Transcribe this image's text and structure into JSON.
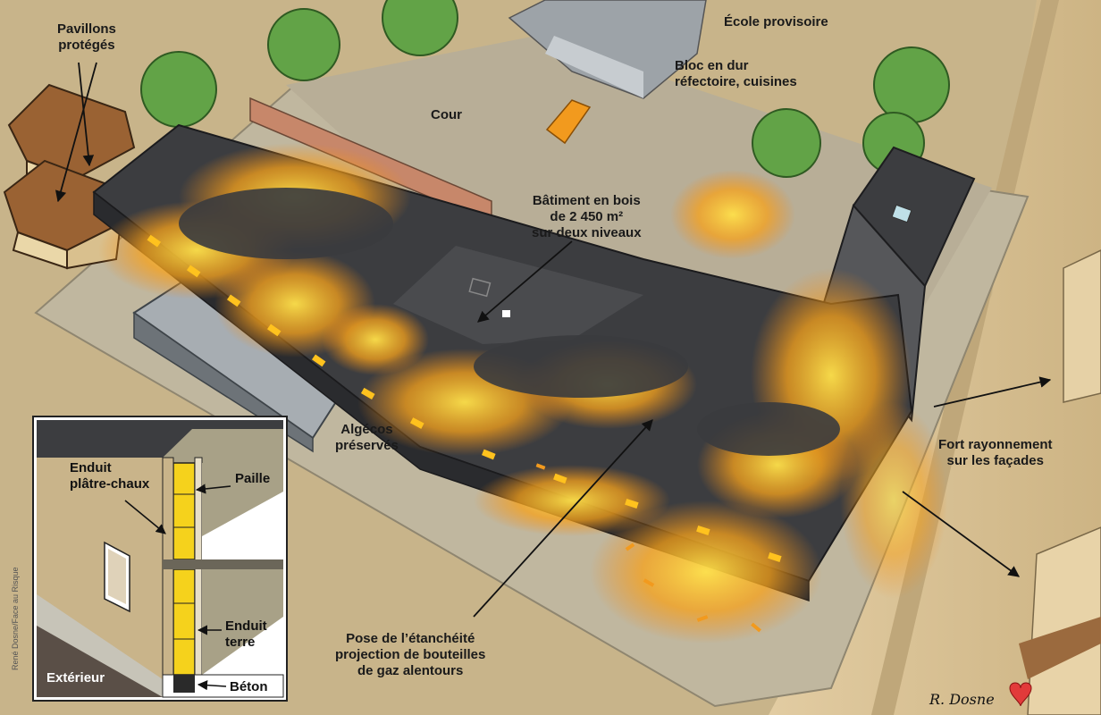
{
  "labels": {
    "pavillons": [
      "Pavillons",
      "protégés"
    ],
    "ecole": "École provisoire",
    "bloc": [
      "Bloc en dur",
      "réfectoire, cuisines"
    ],
    "cour": "Cour",
    "batiment": [
      "Bâtiment en bois",
      "de 2 450 m²",
      "sur deux niveaux"
    ],
    "algecos": [
      "Algécos",
      "préservés"
    ],
    "rayonnement": [
      "Fort rayonnement",
      "sur les façades"
    ],
    "pose": [
      "Pose de l’étanchéité",
      "projection de bouteilles",
      "de gaz alentours"
    ]
  },
  "inset": {
    "enduit_platre": [
      "Enduit",
      "plâtre-chaux"
    ],
    "paille": "Paille",
    "enduit_terre": [
      "Enduit",
      "terre"
    ],
    "exterieur": "Extérieur",
    "beton": "Béton"
  },
  "credit": "René Dosne/Face au Risque",
  "signature": "R. Dosne",
  "colors": {
    "ground": "#c9b48a",
    "courtyard": "#b5ac97",
    "roof": "#3c3d40",
    "fire": "#f7a21b",
    "fire_core": "#ffd23a",
    "tree": "#62a347",
    "road": "#d9c39a"
  }
}
